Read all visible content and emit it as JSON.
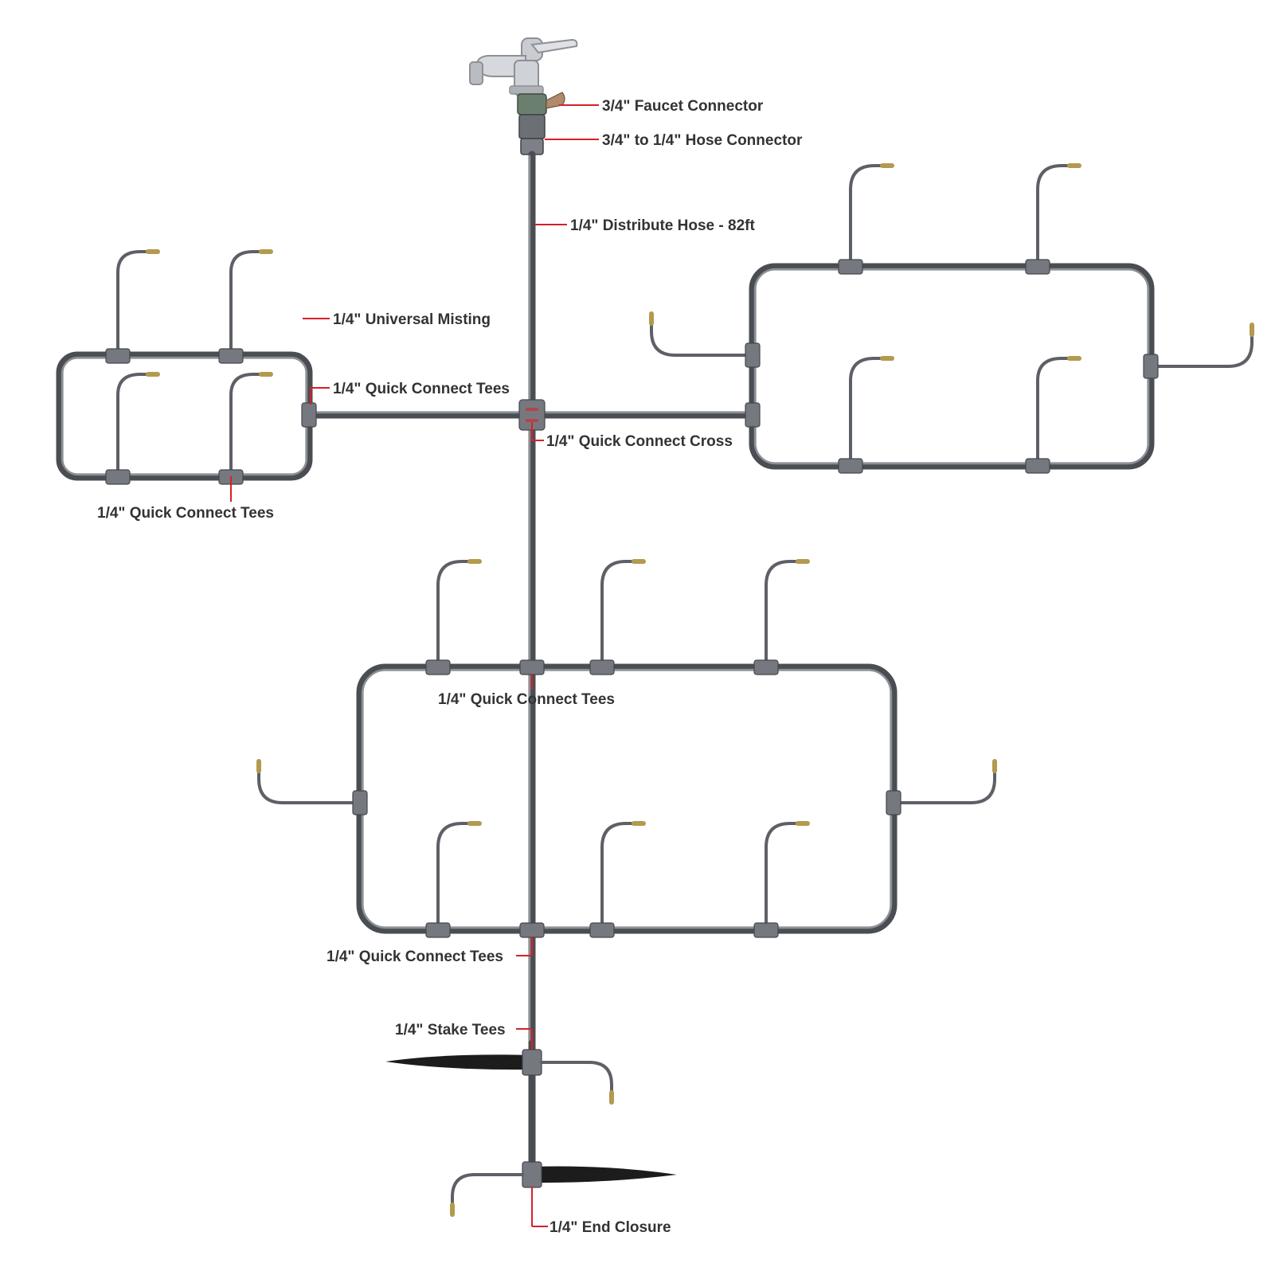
{
  "labels": {
    "faucet_connector": "3/4\" Faucet Connector",
    "hose_connector": "3/4\" to 1/4\" Hose Connector",
    "distribute_hose": "1/4\" Distribute Hose - 82ft",
    "universal_misting": "1/4\" Universal Misting",
    "tees_left_right": "1/4\" Quick Connect Tees",
    "quick_connect_cross": "1/4\" Quick Connect Cross",
    "tees_left_bottom": "1/4\" Quick Connect Tees",
    "tees_center": "1/4\" Quick Connect Tees",
    "tees_bottom": "1/4\" Quick Connect Tees",
    "stake_tees": "1/4\" Stake Tees",
    "end_closure": "1/4\" End Closure"
  },
  "colors": {
    "hose": "#4a4d52",
    "fitting": "#75797f",
    "nozzle": "#b39a4e",
    "leader": "#d62027",
    "text": "#333333"
  },
  "icons": [
    "faucet-icon",
    "stake-icon",
    "misting-nozzle-icon"
  ]
}
